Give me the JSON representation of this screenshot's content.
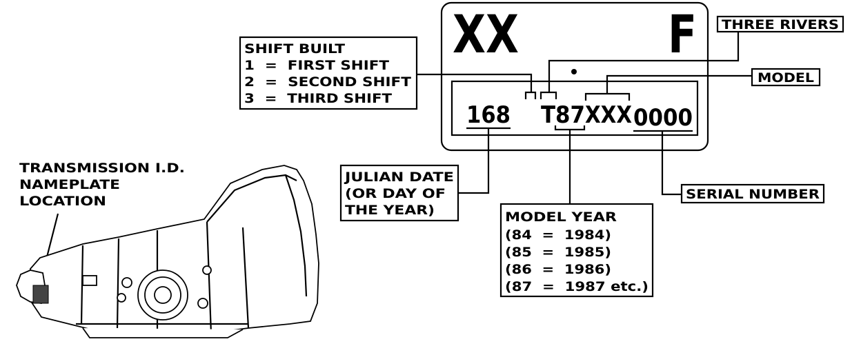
{
  "nameplate": {
    "top_left": "XX",
    "top_right": "F",
    "date_code": "168",
    "shift_and_year": "T87",
    "model_code": "XXX",
    "serial": "0000"
  },
  "labels": {
    "three_rivers": "THREE RIVERS",
    "model": "MODEL",
    "serial_number": "SERIAL NUMBER",
    "shift_built": {
      "title": "SHIFT BUILT",
      "lines": [
        "1  =  FIRST SHIFT",
        "2  =  SECOND SHIFT",
        "3  =  THIRD SHIFT"
      ]
    },
    "julian_date": {
      "lines": [
        "JULIAN DATE",
        "(OR DAY OF",
        "THE YEAR)"
      ]
    },
    "model_year": {
      "title": "MODEL YEAR",
      "lines": [
        "(84  =  1984)",
        "(85  =  1985)",
        "(86  =  1986)",
        "(87  =  1987 etc.)"
      ]
    },
    "location": {
      "lines": [
        "TRANSMISSION I.D.",
        "NAMEPLATE",
        "LOCATION"
      ]
    }
  }
}
